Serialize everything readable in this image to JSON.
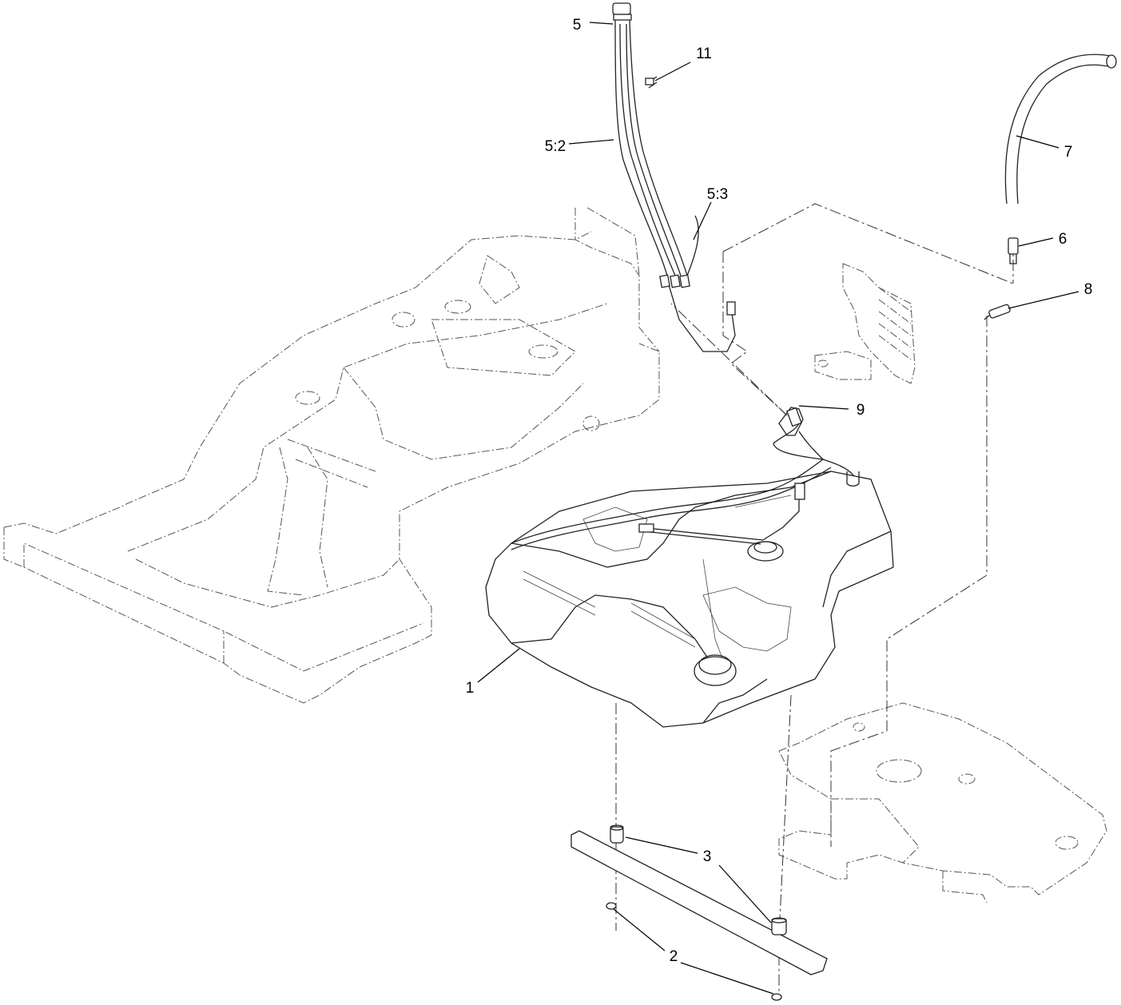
{
  "callouts": {
    "c1": "1",
    "c2": "2",
    "c3": "3",
    "c5": "5",
    "c5_2": "5:2",
    "c5_3": "5:3",
    "c6": "6",
    "c7": "7",
    "c8": "8",
    "c9": "9",
    "c11": "11"
  }
}
